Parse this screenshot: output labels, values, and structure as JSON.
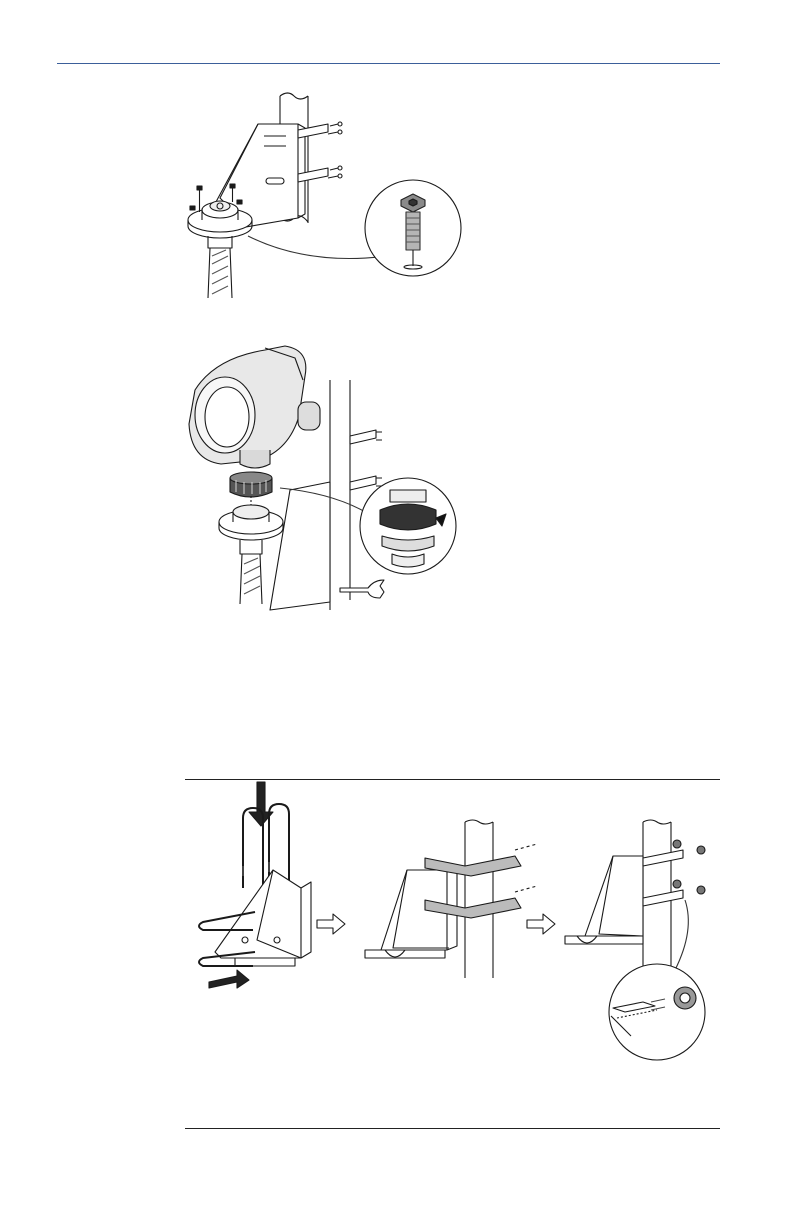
{
  "page": {
    "header_rule_color": "#3b5f9a",
    "figures": [
      {
        "name": "step-fasten-flange-screws",
        "icon": "hex-socket-screw-callout"
      },
      {
        "name": "step-mount-transmitter-head",
        "icon": "open-end-wrench"
      },
      {
        "name": "step-assemble-pipe-bracket",
        "icon": "nut-callout"
      }
    ]
  }
}
